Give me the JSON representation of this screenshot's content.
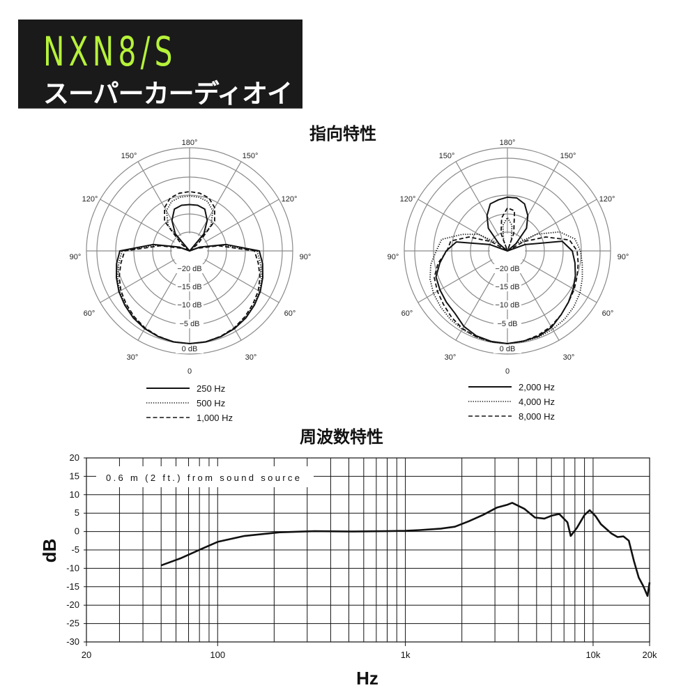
{
  "header": {
    "model": "NXN8/S",
    "pattern": "スーパーカーディオイド",
    "title_color": "#b6f23a",
    "background": "#1a1a1a"
  },
  "polar_section_title": "指向特性",
  "frequency_section_title": "周波数特性",
  "chart_data": [
    {
      "type": "polar",
      "title": "指向特性",
      "angle_labels": [
        "180°",
        "150°",
        "150°",
        "120°",
        "120°",
        "90°",
        "90°",
        "60°",
        "60°",
        "30°",
        "30°",
        "0"
      ],
      "ring_labels": [
        "−20 dB",
        "−15 dB",
        "−10 dB",
        "−5 dB",
        "0 dB"
      ],
      "r_range_db": [
        -25,
        0
      ],
      "symmetric": true,
      "angles_deg": [
        0,
        10,
        20,
        30,
        40,
        50,
        60,
        70,
        80,
        90,
        100,
        110,
        120,
        130,
        140,
        150,
        160,
        170,
        180
      ],
      "series": [
        {
          "name": "250 Hz",
          "style": "solid",
          "values": [
            0,
            -0.1,
            -0.4,
            -0.8,
            -1.4,
            -2.2,
            -3.0,
            -4.0,
            -5.0,
            -6.2,
            -15,
            -22,
            -25,
            -25,
            -19,
            -15.5,
            -13,
            -12.5,
            -12.5
          ]
        },
        {
          "name": "500 Hz",
          "style": "dotted",
          "values": [
            0,
            -0.1,
            -0.4,
            -0.9,
            -1.6,
            -2.4,
            -3.2,
            -4.3,
            -5.6,
            -6.8,
            -16,
            -22,
            -25,
            -24,
            -16,
            -12.5,
            -10.8,
            -10.3,
            -10.2
          ]
        },
        {
          "name": "1,000 Hz",
          "style": "dashed",
          "values": [
            0,
            -0.1,
            -0.5,
            -1.0,
            -1.8,
            -2.7,
            -3.6,
            -4.8,
            -6.2,
            -7.5,
            -17,
            -23,
            -25,
            -22,
            -14.5,
            -11.5,
            -9.8,
            -9.2,
            -9.0
          ]
        }
      ]
    },
    {
      "type": "polar",
      "title": "指向特性",
      "angle_labels": [
        "180°",
        "150°",
        "150°",
        "120°",
        "120°",
        "90°",
        "90°",
        "60°",
        "60°",
        "30°",
        "30°",
        "0"
      ],
      "ring_labels": [
        "−20 dB",
        "−15 dB",
        "−10 dB",
        "−5 dB",
        "0 dB"
      ],
      "r_range_db": [
        -25,
        0
      ],
      "symmetric": false,
      "angles_deg": [
        0,
        10,
        20,
        30,
        40,
        50,
        60,
        70,
        80,
        90,
        100,
        110,
        120,
        130,
        140,
        150,
        160,
        170,
        180,
        190,
        200,
        210,
        220,
        230,
        240,
        250,
        260,
        270,
        280,
        290,
        300,
        310,
        320,
        330,
        340,
        350
      ],
      "series": [
        {
          "name": "2,000 Hz",
          "style": "solid",
          "values": [
            0,
            -0.3,
            -0.5,
            -1.2,
            -2.5,
            -3.5,
            -4.5,
            -5.5,
            -6.5,
            -7.5,
            -10,
            -20,
            -25,
            -22,
            -17,
            -14,
            -11.5,
            -10.5,
            -10.5,
            -11,
            -11.5,
            -14,
            -17,
            -22,
            -25,
            -20,
            -11,
            -8.5,
            -6.5,
            -4.5,
            -4,
            -3.5,
            -3,
            -1.5,
            -0.6,
            -0.2
          ]
        },
        {
          "name": "4,000 Hz",
          "style": "dotted",
          "values": [
            0,
            -0.2,
            -0.3,
            -0.6,
            -1,
            -1.6,
            -2.4,
            -3.5,
            -4.5,
            -5.3,
            -6.5,
            -10,
            -16,
            -22,
            -25,
            -25,
            -22,
            -18,
            -16,
            -18,
            -22,
            -25,
            -25,
            -22,
            -16,
            -12,
            -7,
            -5.8,
            -4,
            -2.8,
            -2,
            -1.5,
            -1,
            -0.6,
            -0.3,
            -0.1
          ]
        },
        {
          "name": "8,000 Hz",
          "style": "dashed",
          "values": [
            0,
            -0.3,
            -0.8,
            -1.5,
            -2.5,
            -3.5,
            -4.2,
            -5,
            -5.6,
            -6.2,
            -8,
            -14,
            -20,
            -25,
            -25,
            -25,
            -20,
            -14,
            -13.4,
            -16,
            -20,
            -25,
            -25,
            -25,
            -20,
            -14,
            -9.5,
            -8.7,
            -6,
            -4,
            -3.2,
            -2.5,
            -1.6,
            -0.8,
            -0.4,
            -0.1
          ]
        }
      ]
    },
    {
      "type": "line",
      "title": "周波数特性",
      "xlabel": "Hz",
      "ylabel": "dB",
      "xscale": "log",
      "xlim": [
        20,
        20000
      ],
      "ylim": [
        -30,
        20
      ],
      "x_tick_labels": [
        "20",
        "100",
        "1k",
        "10k",
        "20k"
      ],
      "x_ticks": [
        20,
        100,
        1000,
        10000,
        20000
      ],
      "y_ticks": [
        20,
        15,
        10,
        5,
        0,
        -5,
        -10,
        -15,
        -20,
        -25,
        -30
      ],
      "grid": true,
      "annotation": "0.6 m (2 ft.) from sound source",
      "x": [
        50,
        64,
        83,
        100,
        139,
        214,
        328,
        506,
        780,
        1000,
        1194,
        1545,
        1835,
        2180,
        2590,
        3070,
        3500,
        3710,
        4300,
        4900,
        5500,
        6000,
        6600,
        7300,
        7600,
        8200,
        9000,
        9600,
        10300,
        11000,
        12500,
        13500,
        14500,
        15500,
        16500,
        17500,
        18500,
        19500,
        20000
      ],
      "y": [
        -9.2,
        -7.2,
        -4.6,
        -2.8,
        -1.2,
        -0.2,
        0.1,
        0,
        0.1,
        0.2,
        0.4,
        0.8,
        1.3,
        2.8,
        4.5,
        6.5,
        7.3,
        7.8,
        6.2,
        3.8,
        3.5,
        4.3,
        4.8,
        2.5,
        -1.2,
        1,
        4.5,
        5.8,
        4.2,
        2,
        -0.5,
        -1.5,
        -1.3,
        -2.5,
        -8,
        -12.5,
        -14.8,
        -17.5,
        -13.8
      ]
    }
  ]
}
